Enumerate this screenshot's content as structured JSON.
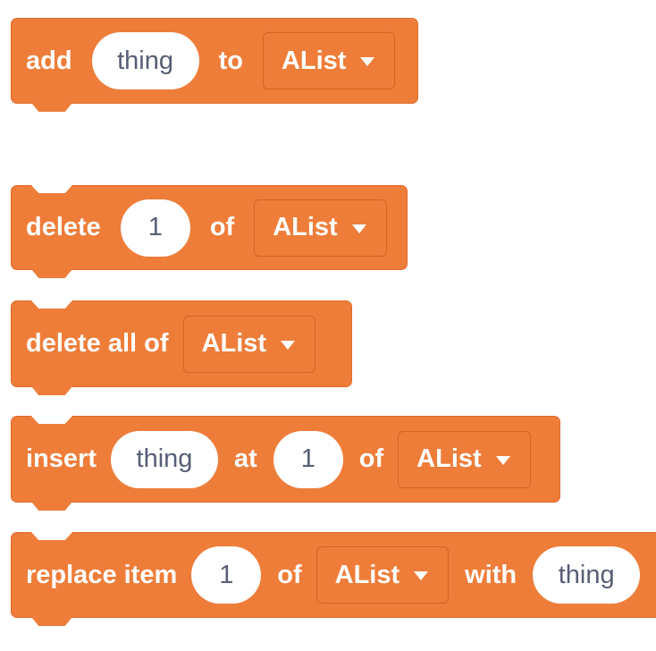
{
  "colors": {
    "block_fill": "#EE7D3A",
    "block_border": "#E0692A",
    "input_text": "#575E75",
    "label_text": "#FFFFFF"
  },
  "icons": {
    "dropdown_caret": "caret-down-icon"
  },
  "blocks": [
    {
      "text_add": "add",
      "value_thing": "thing",
      "text_to": "to",
      "list": "AList"
    },
    {
      "text_delete": "delete",
      "value_index": "1",
      "text_of": "of",
      "list": "AList"
    },
    {
      "text_delete_all": "delete all of",
      "list": "AList"
    },
    {
      "text_insert": "insert",
      "value_thing": "thing",
      "text_at": "at",
      "value_index": "1",
      "text_of": "of",
      "list": "AList"
    },
    {
      "text_replace": "replace item",
      "value_index": "1",
      "text_of": "of",
      "list": "AList",
      "text_with": "with",
      "value_thing": "thing"
    }
  ]
}
